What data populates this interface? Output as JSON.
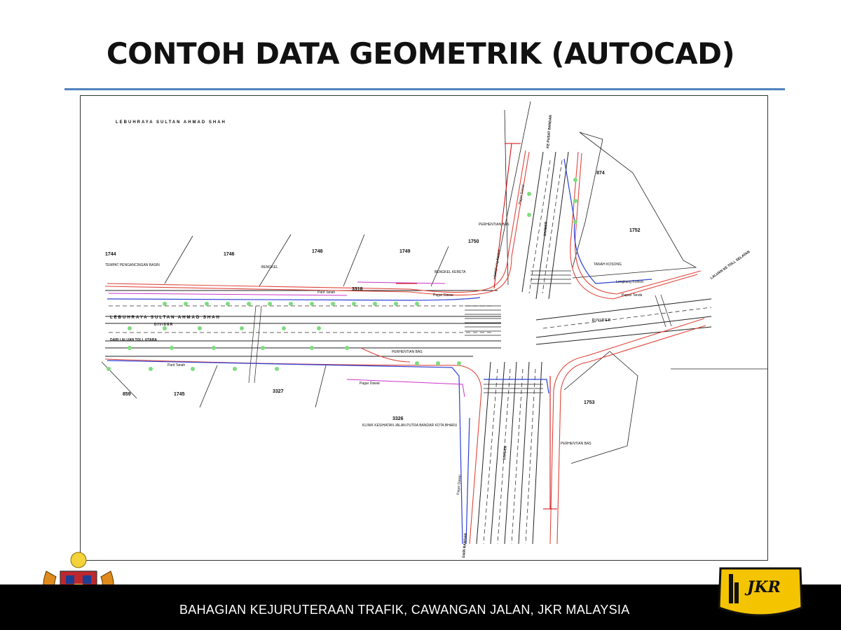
{
  "slide": {
    "title": "CONTOH DATA GEOMETRIK (AUTOCAD)",
    "footer": "BAHAGIAN KEJURUTERAAN TRAFIK, CAWANGAN JALAN, JKR MALAYSIA"
  },
  "logos": {
    "left": "malaysia-coat-of-arms",
    "right_text": "JKR",
    "right_colors": {
      "background": "#f5c400",
      "border": "#111111",
      "mark": "#111111"
    }
  },
  "colors": {
    "title_rule": "#4f81bd",
    "footer_bar": "#000000",
    "kerb_line": "#e0443a",
    "drainage_line": "#2b3fd6",
    "fence_line": "#cc33cc",
    "tree_marker": "#7fdc7f",
    "dimension_line": "#d00000",
    "lane_marking": "#333333"
  },
  "drawing": {
    "road_names": [
      "LEBUHRAYA SULTAN AHMAD SHAH",
      "LEBUHRAYA SULTAN AHMAD SHAH",
      "DIVIDER",
      "DARI LALUAN TOLL UTARA",
      "DIVIDER",
      "LALUAN KE TOLL SELATAN"
    ],
    "lot_numbers": [
      "1744",
      "1746",
      "1748",
      "1749",
      "1750",
      "874",
      "1752",
      "3318",
      "859",
      "1745",
      "3327",
      "3326",
      "1753"
    ],
    "annotations": [
      "TEMPAT PENGANCINGAN BASIN",
      "BENGKEL",
      "PERHENTIAN BAS",
      "Pagar Dawai",
      "Parit Tanah",
      "Parit Tanah",
      "Pagar Dawai",
      "BENGKEL KERETA",
      "TANAH KOSONG",
      "Longkang Konkrit",
      "Longkang Konkrit",
      "Pagar Dawai",
      "Papan Tanda",
      "PERHENTIAN BAS",
      "PERHENTIAN BAS",
      "KLINIK KESIHATAN JALAN PUTRA BANDAR KOTA BHARU",
      "Pagar Dawai",
      "KE PUSAT BANDAR",
      "DARI BANDAR",
      "DIVIDER",
      "DIVIDER"
    ]
  }
}
